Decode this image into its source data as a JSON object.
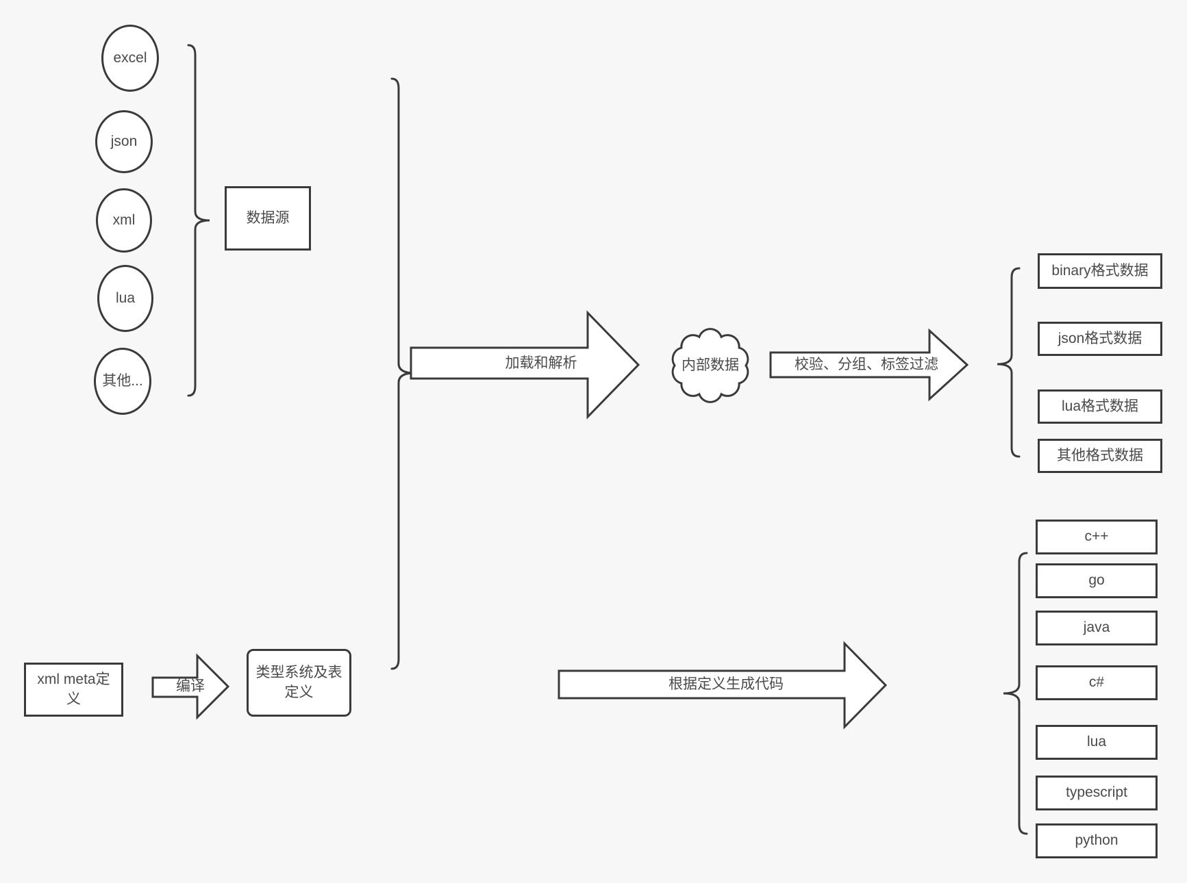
{
  "canvas": {
    "background": "#f7f7f7",
    "line_color": "#3a3a3a",
    "text_color": "#4a4a4a",
    "shape_fill": "#ffffff"
  },
  "sources": {
    "items": [
      "excel",
      "json",
      "xml",
      "lua",
      "其他..."
    ],
    "group_label": "数据源"
  },
  "definitions": {
    "xml_meta_label": "xml meta定义",
    "compile_label": "编译",
    "type_system_label": "类型系统及表定义"
  },
  "pipeline": {
    "load_parse_label": "加载和解析",
    "internal_data_label": "内部数据",
    "filter_label": "校验、分组、标签过滤",
    "codegen_label": "根据定义生成代码"
  },
  "outputs": {
    "formats": [
      "binary格式数据",
      "json格式数据",
      "lua格式数据",
      "其他格式数据"
    ],
    "languages": [
      "c++",
      "go",
      "java",
      "c#",
      "lua",
      "typescript",
      "python"
    ]
  }
}
